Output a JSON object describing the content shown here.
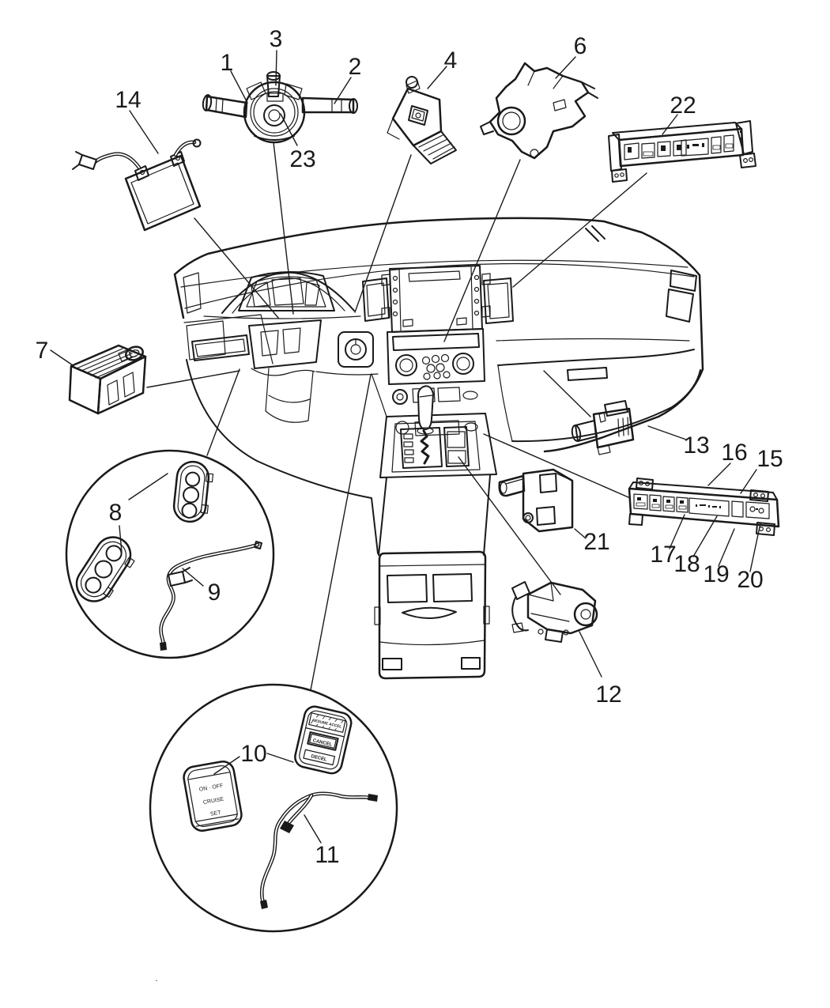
{
  "diagram": {
    "background": "#ffffff",
    "line_color": "#1a1a1a",
    "description": "Exploded parts diagram - instrument panel switches and modules"
  },
  "callouts": {
    "c1": "1",
    "c2": "2",
    "c3": "3",
    "c4": "4",
    "c6": "6",
    "c7": "7",
    "c8": "8",
    "c9": "9",
    "c10": "10",
    "c11": "11",
    "c12": "12",
    "c13": "13",
    "c14": "14",
    "c15": "15",
    "c16": "16",
    "c17": "17",
    "c18": "18",
    "c19": "19",
    "c20": "20",
    "c21": "21",
    "c22": "22",
    "c23": "23"
  },
  "cruise_switch_left": {
    "line1": "ON · OFF",
    "line2": "CRUISE",
    "line3": "SET"
  },
  "cruise_switch_right": {
    "top": "RESUME ACCEL",
    "middle": "CANCEL",
    "bottom": "DECEL"
  },
  "stray_mark": "."
}
